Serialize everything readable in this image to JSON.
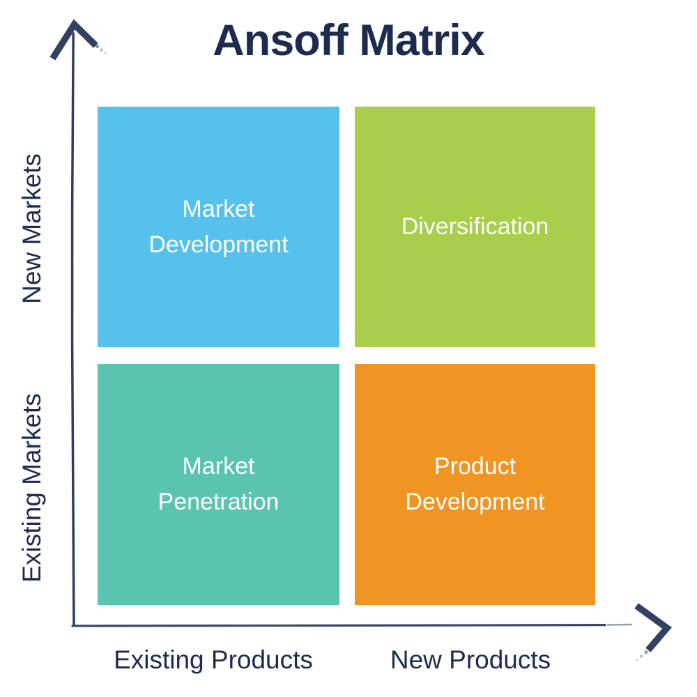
{
  "title": "Ansoff Matrix",
  "colors": {
    "heading_text": "#1d2b4e",
    "axis_stroke": "#2e3d5c",
    "quadrant_text": "#ffffff",
    "background": "#ffffff"
  },
  "y_axis": {
    "top_label": "New Markets",
    "bottom_label": "Existing Markets"
  },
  "x_axis": {
    "left_label": "Existing Products",
    "right_label": "New Products"
  },
  "quadrants": [
    {
      "label": "Market Development",
      "color": "#55c1ec"
    },
    {
      "label": "Diversification",
      "color": "#a8ce4b"
    },
    {
      "label": "Market Penetration",
      "color": "#5bc4b0"
    },
    {
      "label": "Product Development",
      "color": "#f09423"
    }
  ]
}
